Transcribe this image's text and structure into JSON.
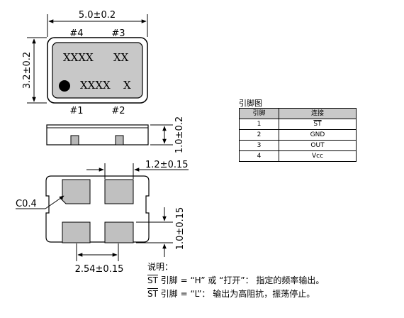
{
  "top_view": {
    "width_dim": "5.0±0.2",
    "height_dim": "3.2±0.2",
    "pin_labels": {
      "p4": "#4",
      "p3": "#3",
      "p1": "#1",
      "p2": "#2"
    },
    "marking_line1_left": "XXXX",
    "marking_line1_right": "XX",
    "marking_line2_left": "XXXX",
    "marking_line2_right": "X"
  },
  "side_view": {
    "height_dim": "1.0±0.2"
  },
  "bottom_view": {
    "pad_width_dim": "1.2±0.15",
    "pad_height_dim": "1.0±0.15",
    "pitch_dim": "2.54±0.15",
    "chamfer_label": "C0.4"
  },
  "pin_table": {
    "title": "引脚图",
    "headers": [
      "引脚",
      "连接"
    ],
    "rows": [
      {
        "pin": "1",
        "connection": "ST"
      },
      {
        "pin": "2",
        "connection": "GND"
      },
      {
        "pin": "3",
        "connection": "OUT"
      },
      {
        "pin": "4",
        "connection": "Vcc"
      }
    ]
  },
  "notes": {
    "title": "说明：",
    "line1_prefix": "ST",
    "line1_text": " 引脚 = “H” 或 “打开”： 指定的频率输出。",
    "line2_prefix": "ST",
    "line2_text": " 引脚 = “L”： 输出为高阻抗，振荡停止。"
  },
  "colors": {
    "line": "#000000",
    "body_fill": "#c8c8c8",
    "pad_fill": "#c0c0c0",
    "header_fill": "#c9c9c9"
  }
}
